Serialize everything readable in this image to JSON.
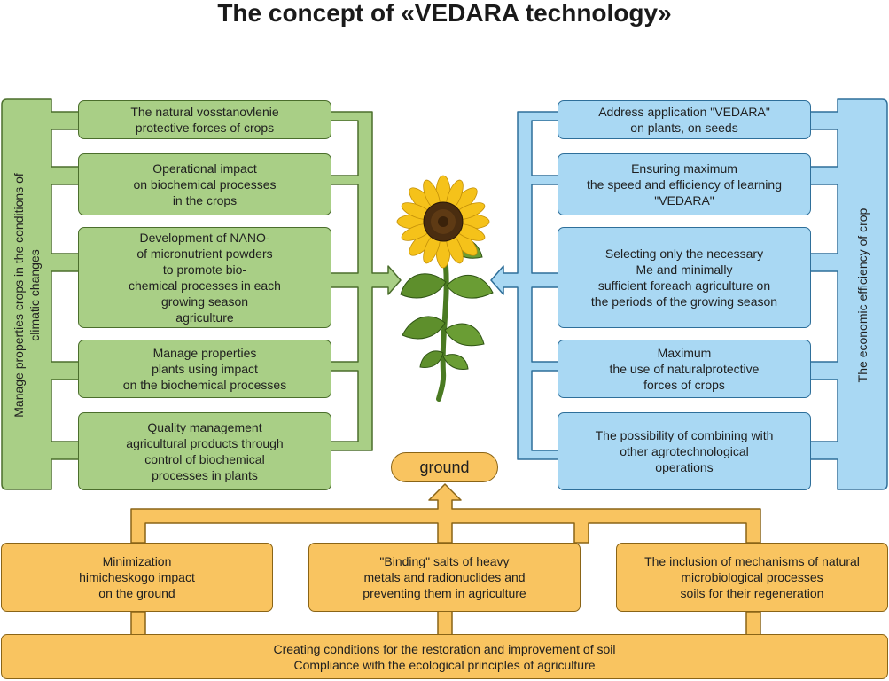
{
  "title": "The concept of  «VEDARA technology»",
  "colors": {
    "green_fill": "#a9cf86",
    "green_border": "#4b6e2c",
    "blue_fill": "#a9d8f3",
    "blue_border": "#2e6f9a",
    "orange_fill": "#f9c460",
    "orange_border": "#8a6416"
  },
  "left_panel": {
    "vertical_label": "Manage properties crops in the conditions of\nclimatic changes",
    "items": [
      "The natural vosstanovlenie\nprotective forces of crops",
      "Operational impact\non biochemical processes\nin the crops",
      "Development of NANO-\nof micronutrient powders\nto promote bio-\nchemical processes in each\ngrowing season\nagriculture",
      "Manage properties\nplants using impact\non the biochemical processes",
      "Quality management\nagricultural products through\ncontrol of biochemical\nprocesses in plants"
    ]
  },
  "right_panel": {
    "vertical_label": "The economic efficiency of crop",
    "items": [
      "Address application \"VEDARA\"\non plants, on seeds",
      "Ensuring maximum\nthe speed and efficiency of learning\n\"VEDARA\"",
      "Selecting only the necessary\nMe and minimally\nsufficient foreach agriculture on\nthe periods of the growing season",
      "Maximum\nthe use of naturalprotective\nforces of crops",
      "The possibility of combining with\nother agrotechnological\noperations"
    ]
  },
  "center": {
    "image_icon": "sunflower-icon",
    "ground_label": "ground"
  },
  "bottom": {
    "items": [
      "Minimization\nhimicheskogo impact\non the ground",
      "\"Binding\" salts of heavy\nmetals and radionuclides and\npreventing them in agriculture",
      "The inclusion of mechanisms of natural\nmicrobiological processes\nsoils for their regeneration"
    ],
    "base_text": "Creating conditions for the restoration and improvement of soil\nCompliance with the ecological principles of agriculture"
  }
}
